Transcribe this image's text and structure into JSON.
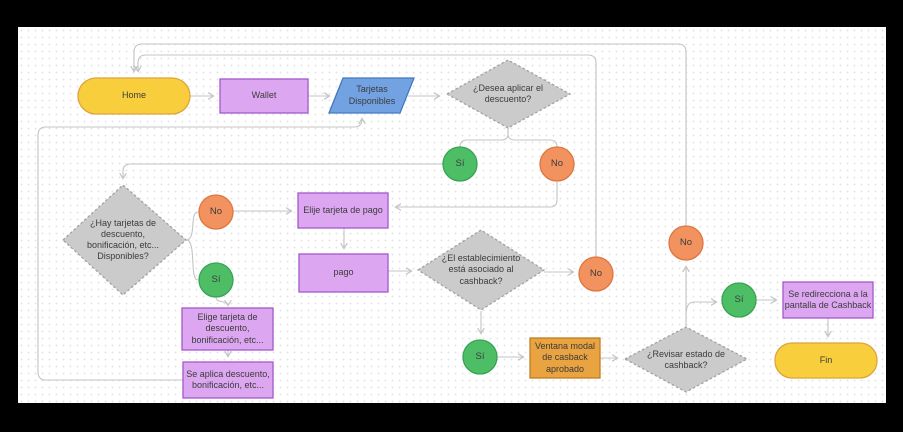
{
  "palette": {
    "yellow": {
      "fill": "#F8CE3D",
      "stroke": "#DCA53C"
    },
    "purple": {
      "fill": "#DCA7F0",
      "stroke": "#A558C8"
    },
    "blue": {
      "fill": "#73A2E2",
      "stroke": "#4378BE"
    },
    "gray": {
      "fill": "#CBCBCB",
      "stroke": "#A2A2A2"
    },
    "green": {
      "fill": "#4EBE66",
      "stroke": "#38A352"
    },
    "orange": {
      "fill": "#F2935F",
      "stroke": "#DE7641"
    },
    "amber": {
      "fill": "#E9A340",
      "stroke": "#BF7E23"
    },
    "edge": "#C4C4C4",
    "text": "#3B3B3B"
  },
  "nodes": {
    "home": {
      "label": "Home",
      "shape": "terminator"
    },
    "wallet": {
      "label": "Wallet",
      "shape": "process"
    },
    "tarjetas_disponibles": {
      "label": "Tarjetas Disponibles",
      "shape": "data"
    },
    "desea_aplicar": {
      "label": "¿Desea aplicar el descuento?",
      "shape": "decision"
    },
    "si_descuento": {
      "label": "Sí",
      "shape": "circle"
    },
    "no_descuento": {
      "label": "No",
      "shape": "circle"
    },
    "hay_tarjetas": {
      "label": "¿Hay tarjetas de descuento, bonificación, etc... Disponibles?",
      "shape": "decision"
    },
    "no_hay": {
      "label": "No",
      "shape": "circle"
    },
    "si_hay": {
      "label": "Sí",
      "shape": "circle"
    },
    "elije_tarjeta_pago": {
      "label": "Elije tarjeta de pago",
      "shape": "process"
    },
    "pago": {
      "label": "pago",
      "shape": "process"
    },
    "establecimiento_asociado": {
      "label": "¿El establecimiento está asociado al cashback?",
      "shape": "decision"
    },
    "no_asociado": {
      "label": "No",
      "shape": "circle"
    },
    "si_asociado": {
      "label": "Sí",
      "shape": "circle"
    },
    "elige_tarjeta_descuento": {
      "label": "Elige tarjeta de descuento, bonificación, etc...",
      "shape": "process"
    },
    "se_aplica_descuento": {
      "label": "Se aplica descuento, bonificación, etc...",
      "shape": "process"
    },
    "ventana_modal": {
      "label": "Ventana modal de casback aprobado",
      "shape": "process"
    },
    "revisar_estado": {
      "label": "¿Revisar estado de cashback?",
      "shape": "decision"
    },
    "no_revisar": {
      "label": "No",
      "shape": "circle"
    },
    "si_revisar": {
      "label": "Sí",
      "shape": "circle"
    },
    "se_redirecciona": {
      "label": "Se redirecciona a la pantalla de Cashback",
      "shape": "process"
    },
    "fin": {
      "label": "Fin",
      "shape": "terminator"
    }
  }
}
